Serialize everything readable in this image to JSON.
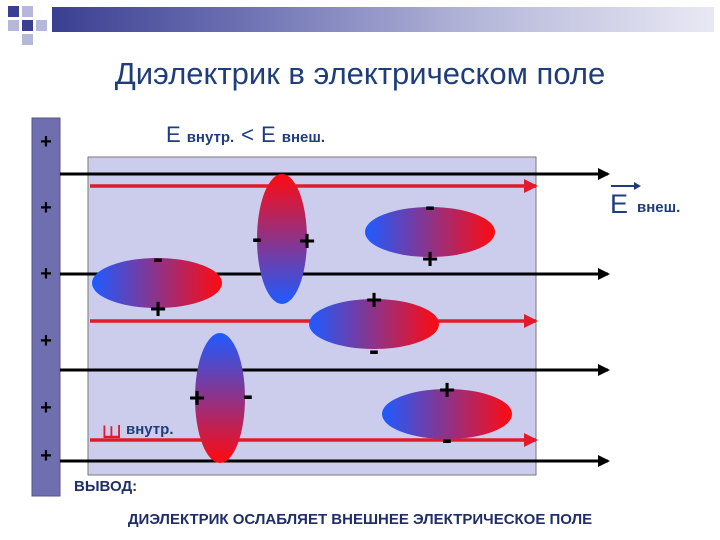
{
  "slide": {
    "title": "Диэлектрик в электрическом поле",
    "relation": {
      "e1": "Е",
      "e1_sub": "внутр.",
      "op": "<",
      "e2": "Е",
      "e2_sub": "внеш."
    },
    "e_ext_label": {
      "symbol": "Е",
      "sub": "внеш."
    },
    "e_int_label": {
      "symbol": "Е",
      "sub": "внутр."
    },
    "plate_charges": [
      "+",
      "+",
      "+",
      "+",
      "+",
      "+"
    ],
    "dipole_charges": [
      {
        "neg": "-",
        "pos": "+"
      },
      {
        "neg": "-",
        "pos": "+"
      },
      {
        "neg": "-",
        "pos": "+"
      },
      {
        "neg": "-",
        "pos": "+"
      },
      {
        "neg": "-",
        "pos": "+"
      },
      {
        "neg": "-",
        "pos": "+"
      }
    ],
    "conclusion_label": "ВЫВОД:",
    "conclusion_text": "ДИЭЛЕКТРИК ОСЛАБЛЯЕТ ВНЕШНЕЕ ЭЛЕКТРИЧЕСКОЕ ПОЛЕ"
  },
  "colors": {
    "title": "#1f3d7a",
    "plate": "#6f6fb0",
    "dielectric": "#ccccec",
    "external_field": "#000000",
    "internal_field": "#e11b2b",
    "dipole_negative": "#1e5bff",
    "dipole_positive": "#ff0a10"
  }
}
